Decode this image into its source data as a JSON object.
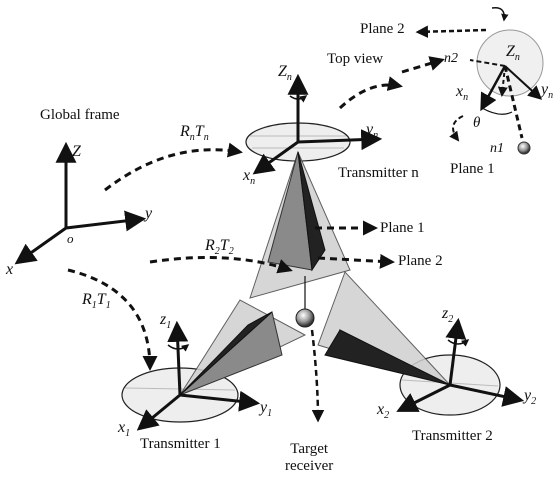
{
  "labels": {
    "global_frame": "Global frame",
    "top_view": "Top view",
    "plane_1": "Plane 1",
    "plane_2": "Plane 2",
    "transmitter_n": "Transmitter n",
    "transmitter_1": "Transmitter 1",
    "transmitter_2": "Transmitter 2",
    "target_receiver": "Target\nreceiver",
    "theta": "θ",
    "n1": "n1",
    "n2": "n2"
  },
  "global_axes": {
    "z": "Z",
    "y": "y",
    "x": "x",
    "origin": "o"
  },
  "transforms": {
    "rn": {
      "main": "R",
      "sub": "n",
      "main2": "T",
      "sub2": "n"
    },
    "r2": {
      "main": "R",
      "sub": "2",
      "main2": "T",
      "sub2": "2"
    },
    "r1": {
      "main": "R",
      "sub": "1",
      "main2": "T",
      "sub2": "1"
    }
  },
  "frame_n_axes": {
    "z": "Z",
    "y": "y",
    "x": "x",
    "sub": "n"
  },
  "frame_1_axes": {
    "z": "z",
    "y": "y",
    "x": "x",
    "sub": "1"
  },
  "frame_2_axes": {
    "z": "z",
    "y": "y",
    "x": "x",
    "sub": "2"
  },
  "top_view_axes": {
    "z": "Z",
    "x": "x",
    "y": "y",
    "sub": "n"
  },
  "colors": {
    "ink": "#111111",
    "cone_light": "#c8c8c8",
    "cone_mid": "#8a8a8a",
    "cone_dark": "#222222",
    "disk": "#eeeeee"
  }
}
